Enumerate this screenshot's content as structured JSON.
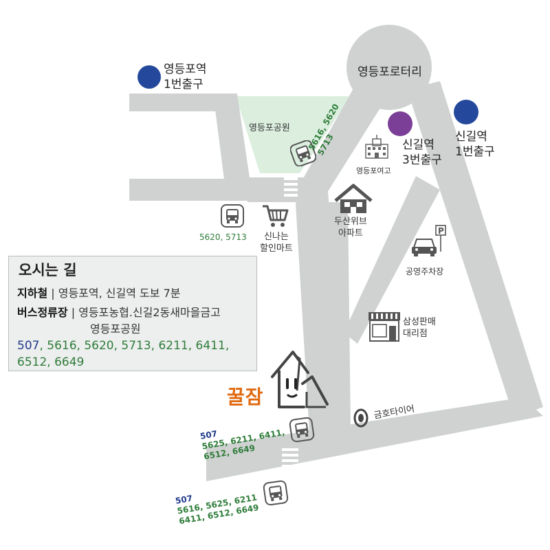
{
  "labels": {
    "yeongdeungpo_exit1": [
      "영등포역",
      "1번출구"
    ],
    "rotary": "영등포로터리",
    "singil_exit1": [
      "신길역",
      "1번출구"
    ],
    "singil_exit3": [
      "신길역",
      "3번출구"
    ],
    "park": "영등포공원",
    "girls_high": "영등포여고",
    "doosan": [
      "두산위브",
      "아파트"
    ],
    "mart": [
      "신나는",
      "할인마트"
    ],
    "parking": "공영주차장",
    "samsung": [
      "삼성판매",
      "대리점"
    ],
    "kumho": "금호타이어"
  },
  "bus_stops": {
    "park_stop": "5616, 5620\n5713",
    "mart_stop": "5620, 5713",
    "shop_stop": {
      "navy": "507",
      "green": "5625, 6211, 6411,\n6512, 6649"
    },
    "bottom_stop": {
      "navy": "507",
      "green": "5616, 5625, 6211\n6411, 6512, 6649"
    }
  },
  "legend": {
    "title": "오시는 길",
    "subway_label": "지하철",
    "subway_text": "영등포역, 신길역 도보 7분",
    "bus_label": "버스정류장",
    "bus_text_1": "영등포농협.신길2동새마을금고",
    "bus_text_2": "영등포공원",
    "route_navy": "507",
    "route_green": "5616, 5620, 5713, 6211, 6411,\n6512, 6649"
  },
  "brand": "꿀잠",
  "colors": {
    "road": "#d0d2d2",
    "park": "#dcefdf",
    "subway_blue": "#24499c",
    "subway_purple": "#7b3f98",
    "route_green": "#2f7d3a",
    "route_navy": "#1f3a8a",
    "brand_orange": "#e06a10",
    "icon_gray": "#555555",
    "legend_bg": "#edeeee"
  }
}
